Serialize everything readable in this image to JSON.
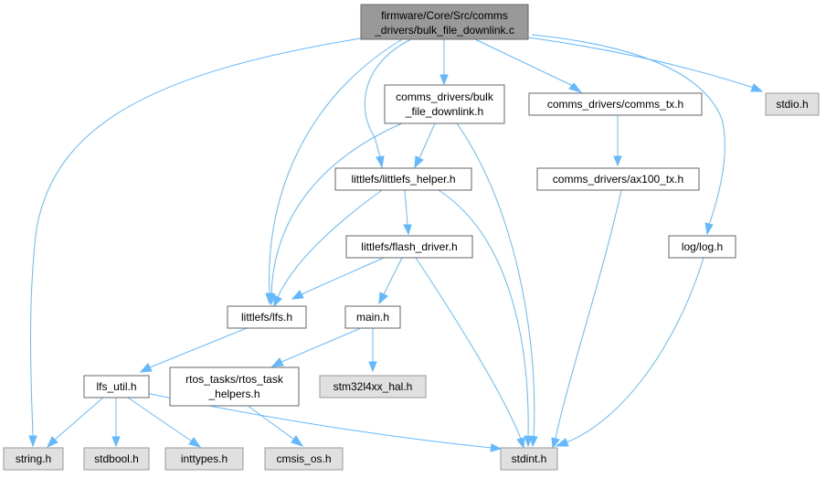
{
  "nodes": {
    "main": {
      "lines": [
        "firmware/Core/Src/comms",
        "_drivers/bulk_file_downlink.c"
      ]
    },
    "bulk_h": {
      "lines": [
        "comms_drivers/bulk",
        "_file_downlink.h"
      ]
    },
    "comms_tx": {
      "lines": [
        "comms_drivers/comms_tx.h"
      ]
    },
    "stdio": {
      "lines": [
        "stdio.h"
      ]
    },
    "littlefs_helper": {
      "lines": [
        "littlefs/littlefs_helper.h"
      ]
    },
    "ax100_tx": {
      "lines": [
        "comms_drivers/ax100_tx.h"
      ]
    },
    "flash_driver": {
      "lines": [
        "littlefs/flash_driver.h"
      ]
    },
    "log": {
      "lines": [
        "log/log.h"
      ]
    },
    "lfs": {
      "lines": [
        "littlefs/lfs.h"
      ]
    },
    "main_h": {
      "lines": [
        "main.h"
      ]
    },
    "lfs_util": {
      "lines": [
        "lfs_util.h"
      ]
    },
    "rtos_helpers": {
      "lines": [
        "rtos_tasks/rtos_task",
        "_helpers.h"
      ]
    },
    "stm32": {
      "lines": [
        "stm32l4xx_hal.h"
      ]
    },
    "string": {
      "lines": [
        "string.h"
      ]
    },
    "stdbool": {
      "lines": [
        "stdbool.h"
      ]
    },
    "inttypes": {
      "lines": [
        "inttypes.h"
      ]
    },
    "cmsis": {
      "lines": [
        "cmsis_os.h"
      ]
    },
    "stdint": {
      "lines": [
        "stdint.h"
      ]
    }
  },
  "edges": [
    [
      "main",
      "bulk_h"
    ],
    [
      "main",
      "comms_tx"
    ],
    [
      "main",
      "stdio"
    ],
    [
      "main",
      "littlefs_helper"
    ],
    [
      "main",
      "lfs"
    ],
    [
      "main",
      "log"
    ],
    [
      "main",
      "string"
    ],
    [
      "bulk_h",
      "littlefs_helper"
    ],
    [
      "bulk_h",
      "lfs"
    ],
    [
      "bulk_h",
      "stdint"
    ],
    [
      "comms_tx",
      "ax100_tx"
    ],
    [
      "ax100_tx",
      "stdint"
    ],
    [
      "littlefs_helper",
      "flash_driver"
    ],
    [
      "littlefs_helper",
      "lfs"
    ],
    [
      "littlefs_helper",
      "stdint"
    ],
    [
      "flash_driver",
      "lfs"
    ],
    [
      "flash_driver",
      "main_h"
    ],
    [
      "flash_driver",
      "stdint"
    ],
    [
      "log",
      "stdint"
    ],
    [
      "lfs",
      "lfs_util"
    ],
    [
      "main_h",
      "rtos_helpers"
    ],
    [
      "main_h",
      "stm32"
    ],
    [
      "rtos_helpers",
      "cmsis"
    ],
    [
      "lfs_util",
      "string"
    ],
    [
      "lfs_util",
      "stdbool"
    ],
    [
      "lfs_util",
      "inttypes"
    ],
    [
      "lfs_util",
      "stdint"
    ]
  ],
  "colors": {
    "main_fill": "#999999",
    "system_fill": "#e0e0e0",
    "edge": "#63b8ff",
    "border": "#666666"
  }
}
